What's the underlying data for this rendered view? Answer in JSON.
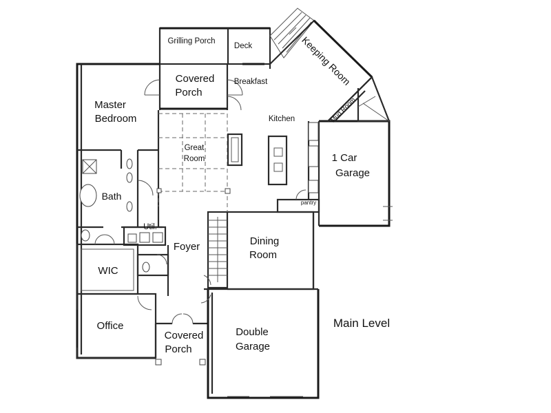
{
  "plan": {
    "title": "Main Level",
    "rooms": {
      "grilling_porch": "Grilling Porch",
      "deck": "Deck",
      "keeping_room": "Keeping Room",
      "covered_porch_rear_1": "Covered",
      "covered_porch_rear_2": "Porch",
      "breakfast": "Breakfast",
      "master_bedroom_1": "Master",
      "master_bedroom_2": "Bedroom",
      "kitchen": "Kitchen",
      "mud_room": "Mud Room",
      "great_room_1": "Great",
      "great_room_2": "Room",
      "one_car_garage_1": "1 Car",
      "one_car_garage_2": "Garage",
      "bath": "Bath",
      "util": "Util.",
      "foyer": "Foyer",
      "dining_room_1": "Dining",
      "dining_room_2": "Room",
      "wic": "WIC",
      "office": "Office",
      "covered_porch_front_1": "Covered",
      "covered_porch_front_2": "Porch",
      "double_garage_1": "Double",
      "double_garage_2": "Garage",
      "pantry": "pantry"
    }
  }
}
